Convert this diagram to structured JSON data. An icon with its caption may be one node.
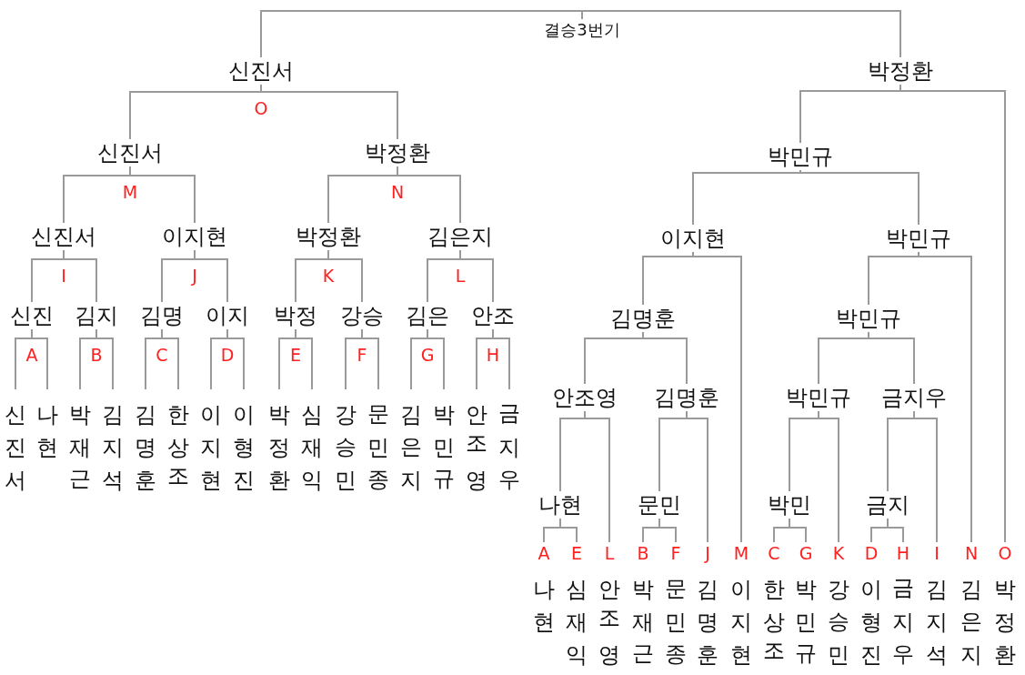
{
  "diagram": {
    "nodes": [
      {
        "text": [
          "결승3번기"
        ]
      },
      {
        "text": [
          "신진서"
        ],
        "beside": [
          "O"
        ]
      },
      {
        "text": [
          "신진서"
        ],
        "beside": [
          "M"
        ]
      },
      {
        "text": [
          "박정환"
        ],
        "beside": [
          "N"
        ]
      },
      {
        "text": [
          "신진서"
        ],
        "beside": [
          "I"
        ]
      },
      {
        "text": [
          "이지현"
        ],
        "beside": [
          "J"
        ]
      },
      {
        "text": [
          "박정환"
        ],
        "beside": [
          "K"
        ]
      },
      {
        "text": [
          "김은지"
        ],
        "beside": [
          "L"
        ]
      },
      {
        "text": [
          "신진"
        ],
        "beside": [
          "A"
        ]
      },
      {
        "text": [
          "김지"
        ],
        "beside": [
          "B"
        ]
      },
      {
        "text": [
          "김명"
        ],
        "beside": [
          "C"
        ]
      },
      {
        "text": [
          "이지"
        ],
        "beside": [
          "D"
        ]
      },
      {
        "text": [
          "박정"
        ],
        "beside": [
          "E"
        ]
      },
      {
        "text": [
          "강승"
        ],
        "beside": [
          "F"
        ]
      },
      {
        "text": [
          "김은"
        ],
        "beside": [
          "G"
        ]
      },
      {
        "text": [
          "안조"
        ],
        "beside": [
          "H"
        ]
      },
      {
        "text": [
          "신진서"
        ]
      },
      {
        "text": [
          "나현"
        ]
      },
      {
        "text": [
          "박재근"
        ]
      },
      {
        "text": [
          "김지석"
        ]
      },
      {
        "text": [
          "김명훈"
        ]
      },
      {
        "text": [
          "한상조"
        ]
      },
      {
        "text": [
          "이지현"
        ]
      },
      {
        "text": [
          "이형진"
        ]
      },
      {
        "text": [
          "박정환"
        ]
      },
      {
        "text": [
          "심재익"
        ]
      },
      {
        "text": [
          "강승민"
        ]
      },
      {
        "text": [
          "문민종"
        ]
      },
      {
        "text": [
          "김은지"
        ]
      },
      {
        "text": [
          "박민규"
        ]
      },
      {
        "text": [
          "안조영"
        ]
      },
      {
        "text": [
          "금지우"
        ]
      },
      {
        "text": [
          "박정환"
        ]
      },
      {
        "text": [
          "박민규"
        ]
      },
      {
        "text": [
          "이지현"
        ]
      },
      {
        "text": [
          "박민규"
        ]
      },
      {
        "text": [
          "김명훈"
        ]
      },
      {
        "text": [
          "박민규"
        ]
      },
      {
        "text": [
          "안조영"
        ]
      },
      {
        "text": [
          "김명훈"
        ]
      },
      {
        "text": [
          "박민규"
        ]
      },
      {
        "text": [
          "금지우"
        ]
      },
      {
        "text": [
          "나현"
        ]
      },
      {
        "text": [
          "문민"
        ]
      },
      {
        "text": [
          "박민"
        ]
      },
      {
        "text": [
          "금지"
        ]
      },
      {
        "text": [
          "나현"
        ],
        "beside": [
          "A"
        ]
      },
      {
        "text": [
          "심재익"
        ],
        "beside": [
          "E"
        ]
      },
      {
        "text": [
          "안조영"
        ],
        "beside": [
          "L"
        ]
      },
      {
        "text": [
          "박재근"
        ],
        "beside": [
          "B"
        ]
      },
      {
        "text": [
          "문민종"
        ],
        "beside": [
          "F"
        ]
      },
      {
        "text": [
          "김명훈"
        ],
        "beside": [
          "J"
        ]
      },
      {
        "text": [
          "이지현"
        ],
        "beside": [
          "M"
        ]
      },
      {
        "text": [
          "한상조"
        ],
        "beside": [
          "C"
        ]
      },
      {
        "text": [
          "박민규"
        ],
        "beside": [
          "G"
        ]
      },
      {
        "text": [
          "강승민"
        ],
        "beside": [
          "K"
        ]
      },
      {
        "text": [
          "이형진"
        ],
        "beside": [
          "D"
        ]
      },
      {
        "text": [
          "금지우"
        ],
        "beside": [
          "H"
        ]
      },
      {
        "text": [
          "김지석"
        ],
        "beside": [
          "I"
        ]
      },
      {
        "text": [
          "김은지"
        ],
        "beside": [
          "N"
        ]
      },
      {
        "text": [
          "박정환"
        ],
        "beside": [
          "O"
        ]
      }
    ],
    "edges": [
      {
        "from": 1,
        "to": 0,
        "arrow": "none"
      },
      {
        "from": 32,
        "to": 0,
        "arrow": "none"
      },
      {
        "from": 2,
        "to": 1,
        "arrow": "none"
      },
      {
        "from": 3,
        "to": 1,
        "arrow": "none"
      },
      {
        "from": 4,
        "to": 2,
        "arrow": "none"
      },
      {
        "from": 5,
        "to": 2,
        "arrow": "none"
      },
      {
        "from": 6,
        "to": 3,
        "arrow": "none"
      },
      {
        "from": 7,
        "to": 3,
        "arrow": "none"
      },
      {
        "from": 8,
        "to": 4,
        "arrow": "none"
      },
      {
        "from": 9,
        "to": 4,
        "arrow": "none"
      },
      {
        "from": 10,
        "to": 5,
        "arrow": "none"
      },
      {
        "from": 11,
        "to": 5,
        "arrow": "none"
      },
      {
        "from": 12,
        "to": 6,
        "arrow": "none"
      },
      {
        "from": 13,
        "to": 6,
        "arrow": "none"
      },
      {
        "from": 14,
        "to": 7,
        "arrow": "none"
      },
      {
        "from": 15,
        "to": 7,
        "arrow": "none"
      },
      {
        "from": 16,
        "to": 8,
        "arrow": "none"
      },
      {
        "from": 17,
        "to": 8,
        "arrow": "none"
      },
      {
        "from": 18,
        "to": 9,
        "arrow": "none"
      },
      {
        "from": 19,
        "to": 9,
        "arrow": "none"
      },
      {
        "from": 20,
        "to": 10,
        "arrow": "none"
      },
      {
        "from": 21,
        "to": 10,
        "arrow": "none"
      },
      {
        "from": 22,
        "to": 11,
        "arrow": "none"
      },
      {
        "from": 23,
        "to": 11,
        "arrow": "none"
      },
      {
        "from": 24,
        "to": 12,
        "arrow": "none"
      },
      {
        "from": 25,
        "to": 12,
        "arrow": "none"
      },
      {
        "from": 26,
        "to": 13,
        "arrow": "none"
      },
      {
        "from": 27,
        "to": 13,
        "arrow": "none"
      },
      {
        "from": 28,
        "to": 14,
        "arrow": "none"
      },
      {
        "from": 29,
        "to": 14,
        "arrow": "none"
      },
      {
        "from": 30,
        "to": 15,
        "arrow": "none"
      },
      {
        "from": 31,
        "to": 15,
        "arrow": "none"
      },
      {
        "from": 33,
        "to": 32,
        "arrow": "none"
      },
      {
        "from": 60,
        "to": 32,
        "arrow": "none"
      },
      {
        "from": 34,
        "to": 33,
        "arrow": "none"
      },
      {
        "from": 35,
        "to": 33,
        "arrow": "none"
      },
      {
        "from": 36,
        "to": 34,
        "arrow": "none"
      },
      {
        "from": 52,
        "to": 34,
        "arrow": "none"
      },
      {
        "from": 37,
        "to": 35,
        "arrow": "none"
      },
      {
        "from": 59,
        "to": 35,
        "arrow": "none"
      },
      {
        "from": 38,
        "to": 36,
        "arrow": "none"
      },
      {
        "from": 39,
        "to": 36,
        "arrow": "none"
      },
      {
        "from": 40,
        "to": 37,
        "arrow": "none"
      },
      {
        "from": 41,
        "to": 37,
        "arrow": "none"
      },
      {
        "from": 42,
        "to": 38,
        "arrow": "none"
      },
      {
        "from": 48,
        "to": 38,
        "arrow": "none"
      },
      {
        "from": 43,
        "to": 39,
        "arrow": "none"
      },
      {
        "from": 51,
        "to": 39,
        "arrow": "none"
      },
      {
        "from": 44,
        "to": 40,
        "arrow": "none"
      },
      {
        "from": 55,
        "to": 40,
        "arrow": "none"
      },
      {
        "from": 45,
        "to": 41,
        "arrow": "none"
      },
      {
        "from": 58,
        "to": 41,
        "arrow": "none"
      },
      {
        "from": 46,
        "to": 42,
        "arrow": "none"
      },
      {
        "from": 47,
        "to": 42,
        "arrow": "none"
      },
      {
        "from": 49,
        "to": 43,
        "arrow": "none"
      },
      {
        "from": 50,
        "to": 43,
        "arrow": "none"
      },
      {
        "from": 53,
        "to": 44,
        "arrow": "none"
      },
      {
        "from": 54,
        "to": 44,
        "arrow": "none"
      },
      {
        "from": 56,
        "to": 45,
        "arrow": "none"
      },
      {
        "from": 57,
        "to": 45,
        "arrow": "none"
      }
    ]
  }
}
